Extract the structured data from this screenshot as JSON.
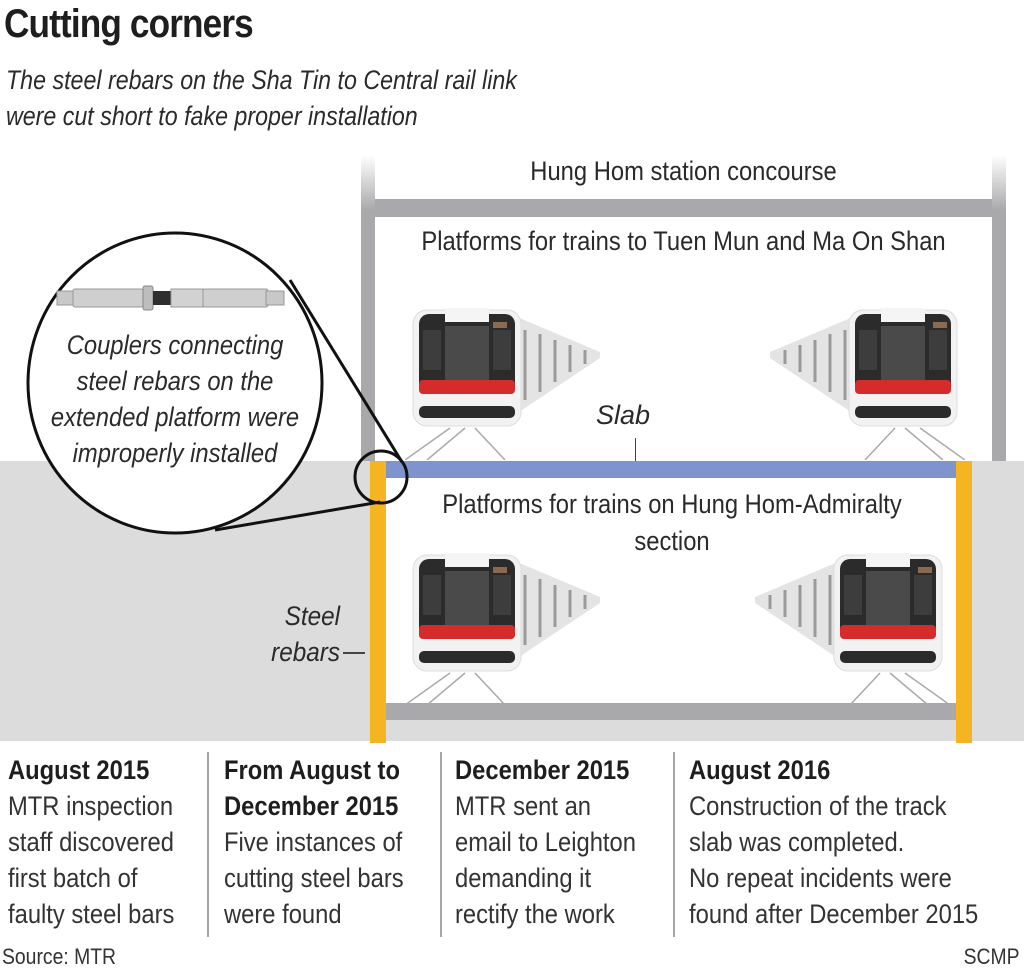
{
  "header": {
    "title": "Cutting corners",
    "subtitle_line1": "The steel rebars on the Sha Tin to Central rail link",
    "subtitle_line2": "were cut short to fake proper installation"
  },
  "diagram": {
    "concourse_label": "Hung Hom station concourse",
    "upper_platform_label": "Platforms for trains to Tuen Mun and Ma On Shan",
    "slab_label": "Slab",
    "lower_platform_label": "Platforms for trains on Hung Hom-Admiralty section",
    "rebars_label_line1": "Steel",
    "rebars_label_line2": "rebars",
    "callout_text": "Couplers connecting steel rebars on the extended platform were improperly installed",
    "colors": {
      "rebar": "#f5b521",
      "slab": "#7f94cc",
      "structure": "#a9a9ab",
      "ground": "#dcdcdd",
      "train_stripe": "#d62b2b"
    }
  },
  "timeline": [
    {
      "date": "August 2015",
      "lines": [
        "MTR inspection",
        "staff discovered",
        "first batch of",
        "faulty steel bars"
      ]
    },
    {
      "date_line1": "From August to",
      "date_line2": "December 2015",
      "lines": [
        "Five instances of",
        "cutting steel bars",
        "were found"
      ]
    },
    {
      "date": "December 2015",
      "lines": [
        "MTR sent an",
        "email to Leighton",
        "demanding it",
        "rectify the work"
      ]
    },
    {
      "date": "August 2016",
      "lines": [
        "Construction of the track",
        "slab was completed.",
        "No repeat incidents were",
        "found after December 2015"
      ]
    }
  ],
  "footer": {
    "source": "Source: MTR",
    "credit": "SCMP"
  }
}
